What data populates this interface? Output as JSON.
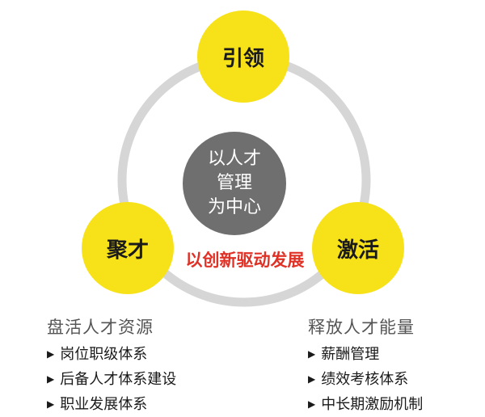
{
  "nodes": {
    "top": "引领",
    "left": "聚才",
    "right": "激活",
    "center_lines": [
      "以人才",
      "管理",
      "为中心"
    ]
  },
  "tagline": "以创新驱动发展",
  "left_panel": {
    "title": "盘活人才资源",
    "items": [
      "岗位职级体系",
      "后备人才体系建设",
      "职业发展体系"
    ]
  },
  "right_panel": {
    "title": "释放人才能量",
    "items": [
      "薪酬管理",
      "绩效考核体系",
      "中长期激励机制"
    ]
  },
  "bullet_glyph": "▶",
  "colors": {
    "yellow_node": "#f7e21a",
    "center_node": "#6f6f70",
    "ring": "#d4d4d4",
    "tagline": "#e03126"
  }
}
